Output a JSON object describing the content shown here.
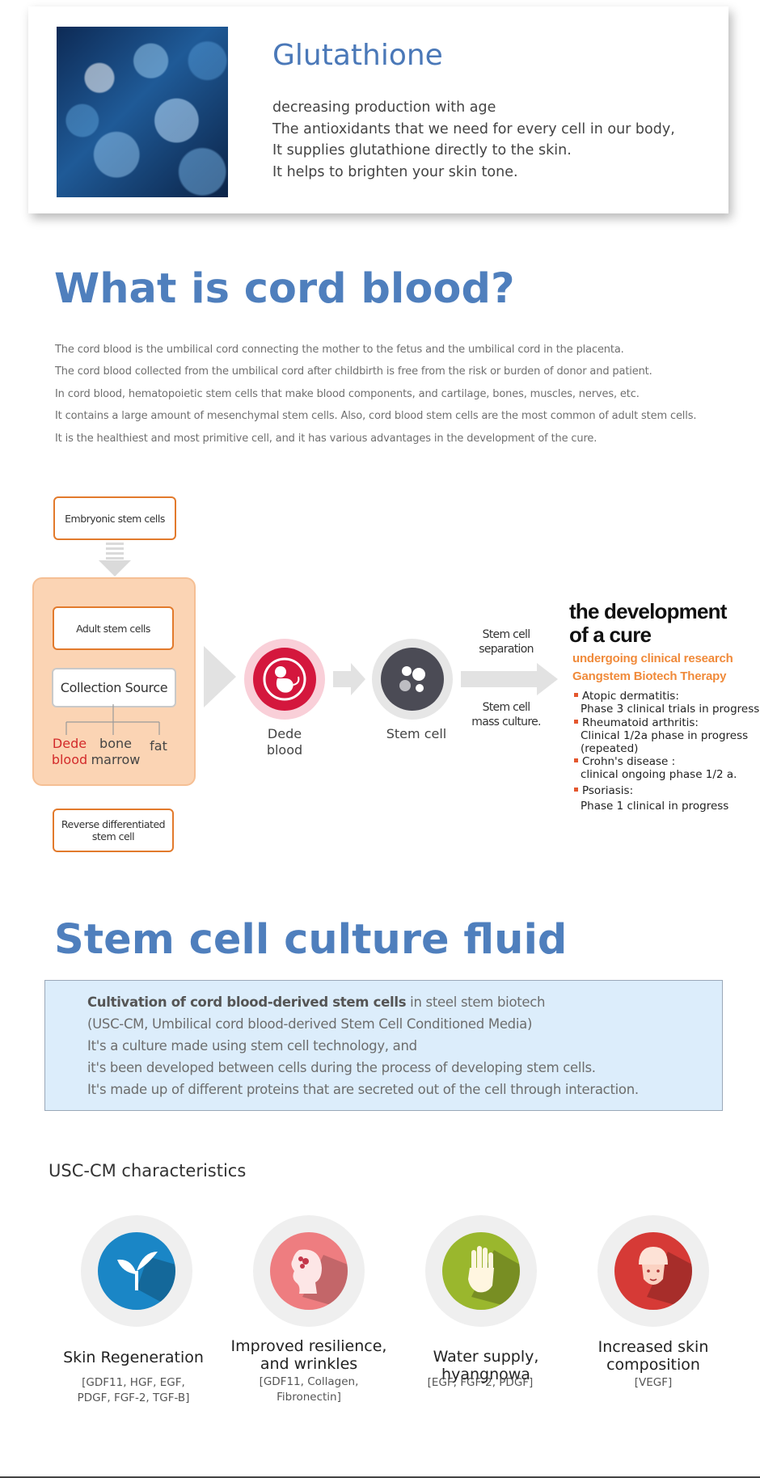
{
  "glutathione": {
    "title": "Glutathione",
    "lines": [
      "decreasing production with age",
      "The antioxidants that we need for every cell in our body,",
      "It supplies glutathione directly to the skin.",
      "It helps to brighten your skin tone."
    ]
  },
  "cord_blood": {
    "title": "What is cord blood?",
    "lines": [
      "The cord blood is the umbilical cord connecting the mother to the fetus and the umbilical cord in the placenta.",
      "The cord blood collected from the umbilical cord after childbirth is free from the risk or burden of donor and patient.",
      "In cord blood, hematopoietic stem cells that make blood components, and cartilage, bones, muscles, nerves, etc.",
      "It contains a large amount of mesenchymal stem cells. Also, cord blood stem cells are the most common of adult stem cells.",
      "It is the healthiest and most primitive cell, and it has various advantages in the development of the cure."
    ]
  },
  "diagram": {
    "embryonic": "Embryonic stem cells",
    "adult": "Adult stem cells",
    "collection": "Collection Source",
    "source_dede": [
      "Dede",
      "blood"
    ],
    "source_bone": [
      "bone",
      "marrow"
    ],
    "source_fat": "fat",
    "reverse": [
      "Reverse differentiated",
      "stem cell"
    ],
    "dede_blood": [
      "Dede",
      "blood"
    ],
    "stem_cell": "Stem cell",
    "separation": [
      "Stem cell",
      "separation"
    ],
    "mass_culture": [
      "Stem cell",
      "mass culture."
    ],
    "dev_title": [
      "the development",
      "of a cure"
    ],
    "research": "undergoing clinical research",
    "therapy": "Gangstem Biotech Therapy",
    "accent_color": "#e4572e",
    "diseases": [
      [
        "Atopic dermatitis:",
        "Phase 3 clinical trials in progress"
      ],
      [
        "Rheumatoid arthritis:",
        "Clinical 1/2a phase in progress",
        "(repeated)"
      ],
      [
        "Crohn's disease :",
        "clinical ongoing phase 1/2 a."
      ],
      [
        "Psoriasis:",
        "Phase 1 clinical in progress"
      ]
    ]
  },
  "fluid": {
    "title": "Stem cell culture fluid",
    "line1_bold": "Cultivation of cord blood-derived stem cells",
    "line1_rest": " in steel stem biotech",
    "lines": [
      "(USC-CM, Umbilical cord blood-derived Stem Cell Conditioned Media)",
      "It's a culture made using stem cell technology, and",
      "it's been developed between cells during the process of developing stem cells.",
      "It's made up of different proteins that are secreted out of the cell through interaction."
    ]
  },
  "characteristics": {
    "heading": "USC-CM characteristics",
    "items": [
      {
        "icon": "sprout-icon",
        "color": "#1a86c6",
        "title": [
          "Skin Regeneration"
        ],
        "sub": [
          "[GDF11, HGF, EGF,",
          "PDGF, FGF-2, TGF-B]"
        ]
      },
      {
        "icon": "face-flower-icon",
        "color": "#ee7d80",
        "title": [
          "Improved resilience,",
          "and wrinkles"
        ],
        "sub": [
          "[GDF11, Collagen,",
          "Fibronectin]"
        ]
      },
      {
        "icon": "hand-icon",
        "color": "#9ab72d",
        "title": [
          "Water supply, hyangnowa"
        ],
        "sub": [
          "[EGF, FGF-2, PDGF]"
        ]
      },
      {
        "icon": "turban-face-icon",
        "color": "#d63a36",
        "title": [
          "Increased skin",
          "composition"
        ],
        "sub": [
          "[VEGF]"
        ]
      }
    ]
  }
}
